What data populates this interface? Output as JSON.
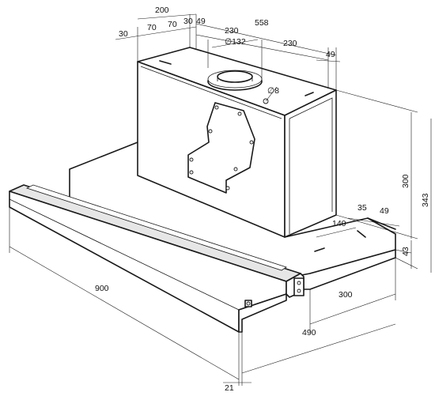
{
  "drawing": {
    "dimensions": {
      "d200": "200",
      "d558": "558",
      "d30_top": "30",
      "d49_top": "49",
      "d30_left": "30",
      "d70_a": "70",
      "d70_b": "70",
      "d230_a": "230",
      "d230_b": "230",
      "d49_right": "49",
      "phi132": "∅132",
      "phi8": "∅8",
      "d300_v": "300",
      "d343": "343",
      "d35": "35",
      "d49_b": "49",
      "d140": "140",
      "d43": "43",
      "d900": "900",
      "d300_h": "300",
      "d490": "490",
      "d21": "21"
    }
  }
}
